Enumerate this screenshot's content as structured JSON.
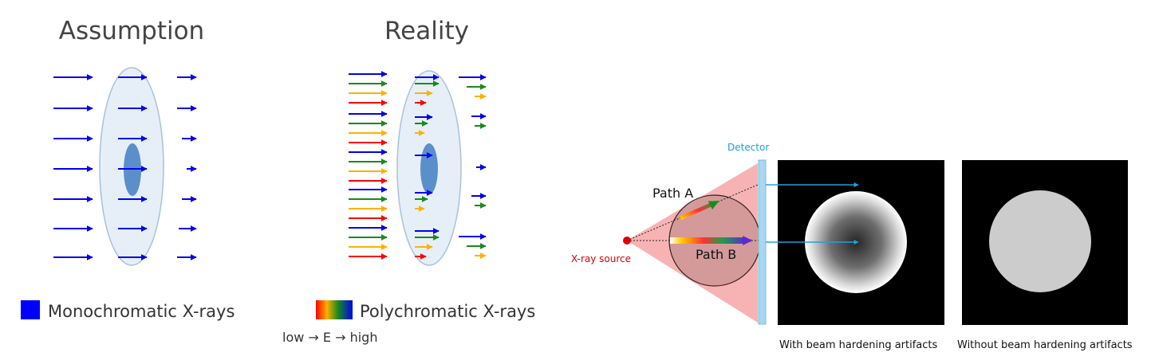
{
  "left": {
    "assumption_title": "Assumption",
    "reality_title": "Reality",
    "legend_mono": "Monochromatic X-rays",
    "legend_poly": "Polychromatic X-rays",
    "energy_scale": "low → E → high",
    "colors": {
      "mono": "#0000ff",
      "low": "#ff0000",
      "mid_low": "#ffb000",
      "mid_high": "#1a8a1a",
      "high": "#0000ee"
    }
  },
  "right": {
    "detector_label": "Detector",
    "source_label": "X-ray source",
    "path_a_label": "Path A",
    "path_b_label": "Path B",
    "caption_with": "With beam hardening artifacts",
    "caption_without": "Without beam hardening artifacts",
    "colors": {
      "detector": "#00aaee",
      "source": "#dd0000",
      "beam_cone": "#f7b3b3",
      "uniform_disk": "#cccccc"
    }
  }
}
